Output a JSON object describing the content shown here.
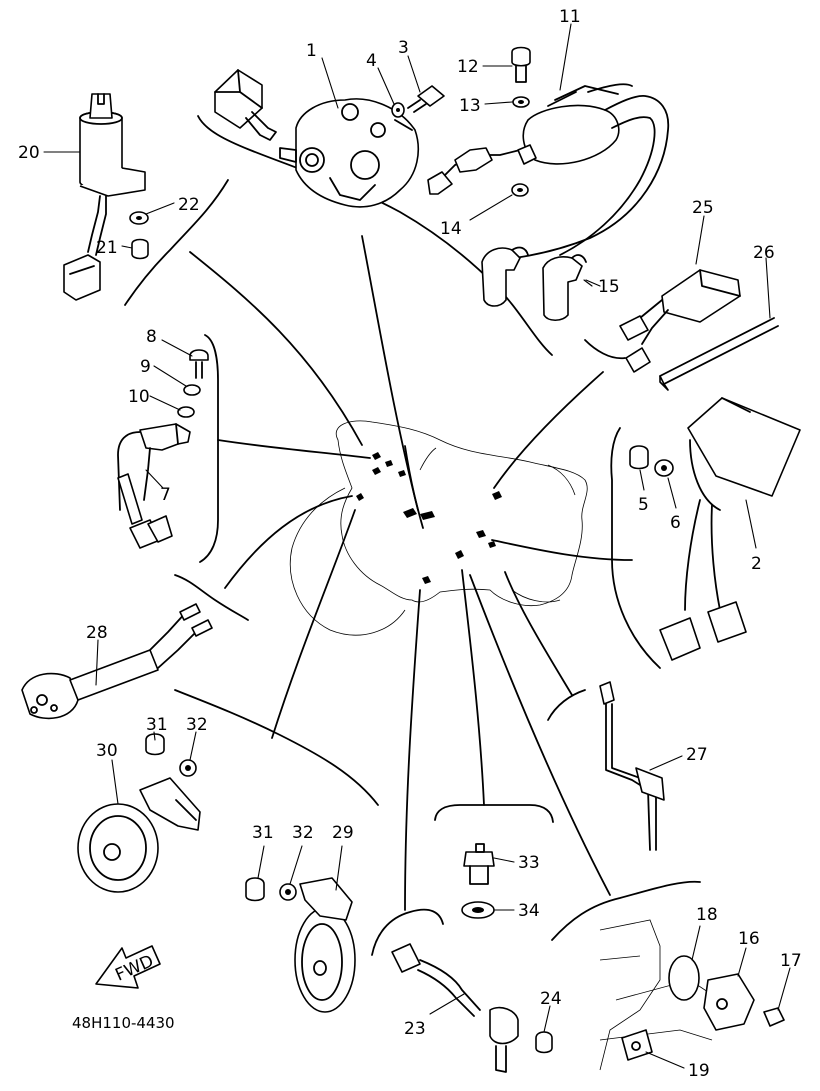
{
  "diagram": {
    "part_code": "48H110-4430",
    "fwd_label": "FWD",
    "callouts": {
      "p1": "1",
      "p2": "2",
      "p3": "3",
      "p4": "4",
      "p5": "5",
      "p6": "6",
      "p7": "7",
      "p8": "8",
      "p9": "9",
      "p10": "10",
      "p11": "11",
      "p12": "12",
      "p13": "13",
      "p14": "14",
      "p15": "15",
      "p16": "16",
      "p17": "17",
      "p18": "18",
      "p19": "19",
      "p20": "20",
      "p21": "21",
      "p22": "22",
      "p23": "23",
      "p24": "24",
      "p25": "25",
      "p26": "26",
      "p27": "27",
      "p28": "28",
      "p29": "29",
      "p30": "30",
      "p31a": "31",
      "p32a": "32",
      "p31b": "31",
      "p32b": "32",
      "p33": "33",
      "p34": "34"
    }
  }
}
